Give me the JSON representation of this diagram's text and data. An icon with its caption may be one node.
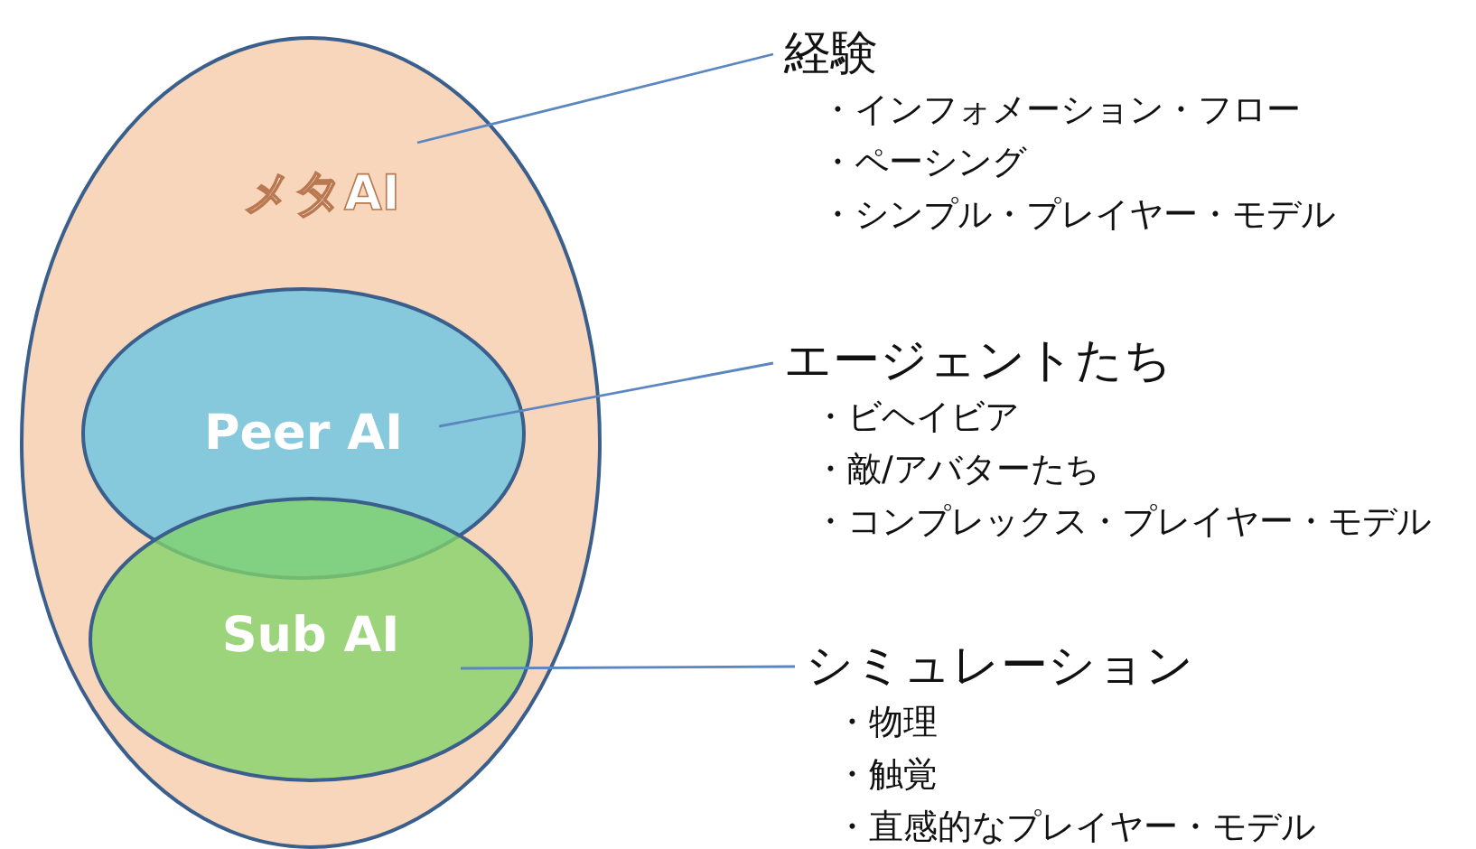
{
  "diagram": {
    "nodes": [
      {
        "text": [
          "メタAI"
        ]
      },
      {
        "text": [
          "Peer AI"
        ],
        "in": 0
      },
      {
        "text": [
          "Sub AI"
        ],
        "in": 0
      },
      {
        "text": [
          "経験",
          "・インフォメーション・フロー",
          "・ペーシング",
          "・シンプル・プレイヤー・モデル"
        ]
      },
      {
        "text": [
          "エージェントたち",
          "・ビヘイビア",
          "・敵/アバターたち",
          "・コンプレックス・プレイヤー・モデル"
        ]
      },
      {
        "text": [
          "シミュレーション",
          "・物理",
          "・触覚",
          "・直感的なプレイヤー・モデル"
        ]
      }
    ],
    "edges": [
      {
        "from": 3,
        "to": 0,
        "arrow": "none"
      },
      {
        "from": 4,
        "to": 1,
        "arrow": "none"
      },
      {
        "from": 5,
        "to": 2,
        "arrow": "none"
      }
    ]
  }
}
